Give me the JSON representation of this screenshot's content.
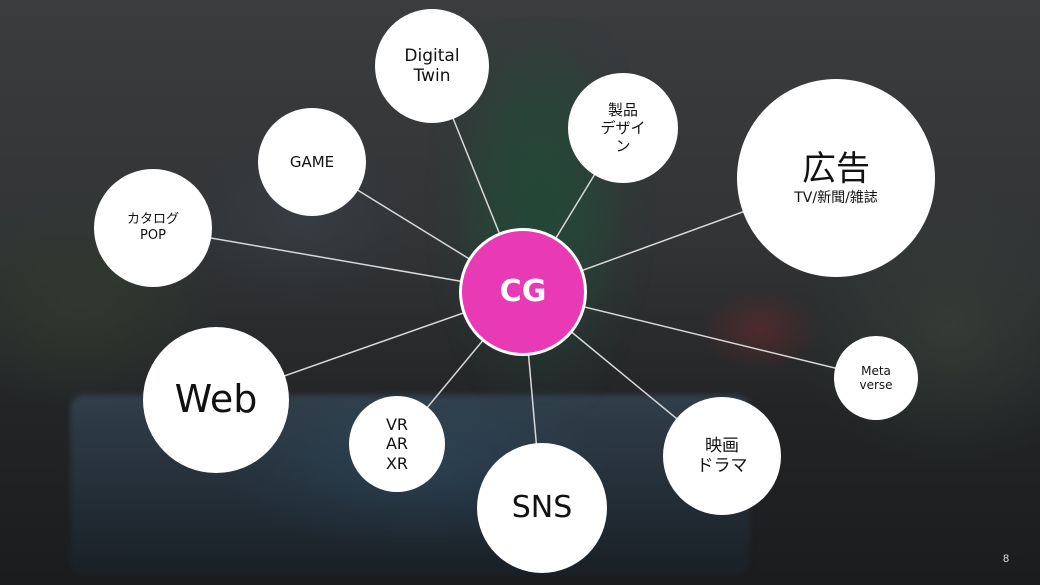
{
  "diagram": {
    "center": {
      "lines": [
        "CG"
      ],
      "color": "#e83ab4"
    },
    "nodes": [
      {
        "id": "digital-twin",
        "lines": [
          "Digital",
          "Twin"
        ]
      },
      {
        "id": "seihin-design",
        "lines": [
          "製品",
          "デザイ",
          "ン"
        ]
      },
      {
        "id": "koukoku",
        "lines": [
          "広告",
          "TV/新聞/雑誌"
        ]
      },
      {
        "id": "game",
        "lines": [
          "GAME"
        ]
      },
      {
        "id": "catalog-pop",
        "lines": [
          "カタログ",
          "POP"
        ]
      },
      {
        "id": "web",
        "lines": [
          "Web"
        ]
      },
      {
        "id": "vr-ar-xr",
        "lines": [
          "VR",
          "AR",
          "XR"
        ]
      },
      {
        "id": "sns",
        "lines": [
          "SNS"
        ]
      },
      {
        "id": "eiga-drama",
        "lines": [
          "映画",
          "ドラマ"
        ]
      },
      {
        "id": "metaverse",
        "lines": [
          "Meta",
          "verse"
        ]
      }
    ],
    "link_color": "#d8d8d8"
  },
  "page_number": "8"
}
